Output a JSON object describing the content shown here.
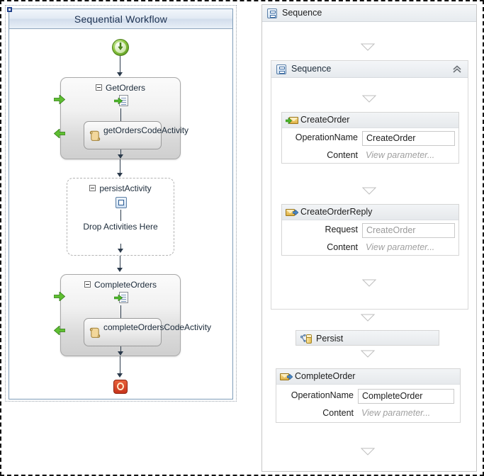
{
  "legacy_designer": {
    "title": "Sequential Workflow",
    "start_icon": "start-green-arrow-icon",
    "stop_icon": "stop-red-icon",
    "activities": [
      {
        "name": "GetOrders",
        "type": "composite-receive",
        "icon": "receive-activity-icon",
        "expander": "collapse-minus",
        "child": {
          "name": "getOrdersCodeActivity",
          "icon": "code-activity-scroll-icon"
        }
      },
      {
        "name": "persistActivity",
        "type": "drop-area",
        "icon": "persist-activity-icon",
        "expander": "collapse-minus",
        "drop_text": "Drop Activities Here"
      },
      {
        "name": "CompleteOrders",
        "type": "composite-receive",
        "icon": "receive-activity-icon",
        "expander": "collapse-minus",
        "child": {
          "name": "completeOrdersCodeActivity",
          "icon": "code-activity-scroll-icon"
        }
      }
    ]
  },
  "wf4_designer": {
    "outer_sequence": {
      "label": "Sequence",
      "icon": "sequence-icon"
    },
    "inner_sequence": {
      "label": "Sequence",
      "icon": "sequence-icon",
      "collapse_icon": "chevron-double-up-icon"
    },
    "create_order": {
      "label": "CreateOrder",
      "icon": "receive-envelope-icon",
      "fields": [
        {
          "label": "OperationName",
          "value": "CreateOrder",
          "style": "input"
        },
        {
          "label": "Content",
          "value": "View parameter...",
          "style": "link-muted"
        }
      ]
    },
    "create_order_reply": {
      "label": "CreateOrderReply",
      "icon": "sendreply-envelope-icon",
      "fields": [
        {
          "label": "Request",
          "value": "CreateOrder",
          "style": "input-muted"
        },
        {
          "label": "Content",
          "value": "View parameter...",
          "style": "link-muted"
        }
      ]
    },
    "persist": {
      "label": "Persist",
      "icon": "persist-icon"
    },
    "complete_order": {
      "label": "CompleteOrder",
      "icon": "sendreply-envelope-icon",
      "fields": [
        {
          "label": "OperationName",
          "value": "CompleteOrder",
          "style": "input"
        },
        {
          "label": "Content",
          "value": "View parameter...",
          "style": "link-muted"
        }
      ]
    },
    "drop_targets": 6
  },
  "colors": {
    "accent_blue": "#7f9db9",
    "title_bar": "#d2ddec",
    "green_arrow": "#55b428",
    "stop_red": "#c8341c",
    "envelope_gold": "#e0b347",
    "muted_text": "#9a9a9a"
  }
}
